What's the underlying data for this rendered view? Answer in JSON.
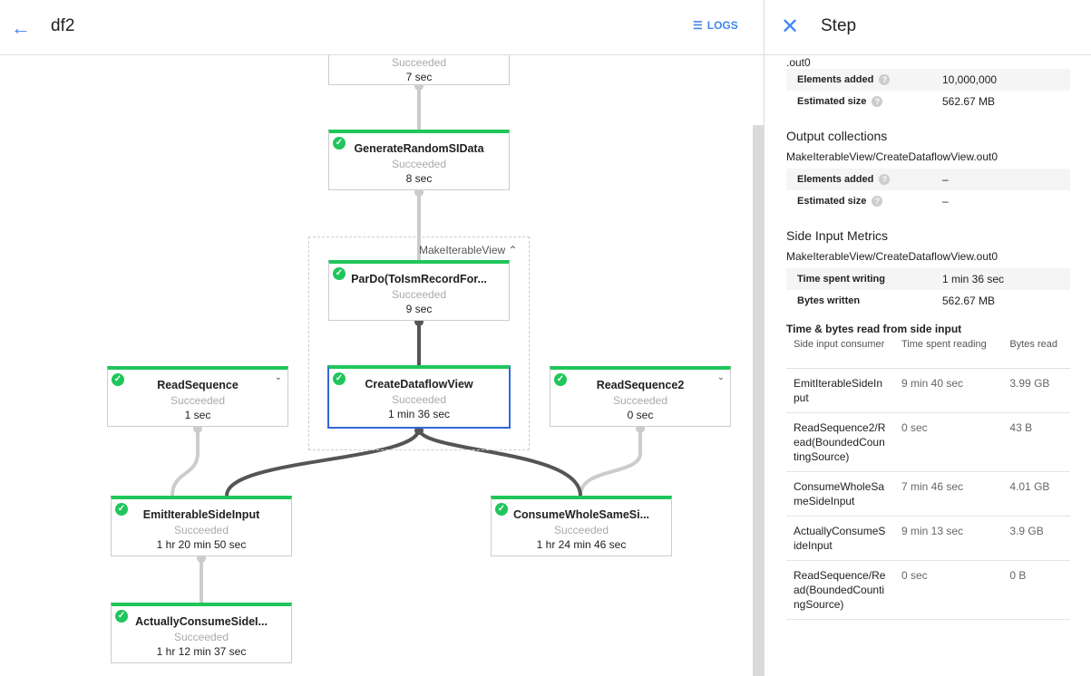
{
  "header": {
    "title": "df2",
    "logs_label": "LOGS"
  },
  "graph": {
    "group_label": "MakeIterableView",
    "nodes": [
      {
        "name": "",
        "status": "Succeeded",
        "time": "7 sec"
      },
      {
        "name": "GenerateRandomSIData",
        "status": "Succeeded",
        "time": "8 sec"
      },
      {
        "name": "ParDo(ToIsmRecordFor...",
        "status": "Succeeded",
        "time": "9 sec"
      },
      {
        "name": "CreateDataflowView",
        "status": "Succeeded",
        "time": "1 min 36 sec"
      },
      {
        "name": "ReadSequence",
        "status": "Succeeded",
        "time": "1 sec"
      },
      {
        "name": "ReadSequence2",
        "status": "Succeeded",
        "time": "0 sec"
      },
      {
        "name": "EmitIterableSideInput",
        "status": "Succeeded",
        "time": "1 hr 20 min 50 sec"
      },
      {
        "name": "ConsumeWholeSameSi...",
        "status": "Succeeded",
        "time": "1 hr 24 min 46 sec"
      },
      {
        "name": "ActuallyConsumeSideI...",
        "status": "Succeeded",
        "time": "1 hr 12 min 37 sec"
      }
    ],
    "colors": {
      "success": "#1fc65b",
      "selected": "#3367d6"
    }
  },
  "panel": {
    "title": "Step",
    "input_tail": ".out0",
    "input_metrics": [
      {
        "k": "Elements added",
        "v": "10,000,000"
      },
      {
        "k": "Estimated size",
        "v": "562.67 MB"
      }
    ],
    "output_heading": "Output collections",
    "output_name": "MakeIterableView/CreateDataflowView.out0",
    "output_metrics": [
      {
        "k": "Elements added",
        "v": "–"
      },
      {
        "k": "Estimated size",
        "v": "–"
      }
    ],
    "side_heading": "Side Input Metrics",
    "side_name": "MakeIterableView/CreateDataflowView.out0",
    "side_metrics": [
      {
        "k": "Time spent writing",
        "v": "1 min 36 sec"
      },
      {
        "k": "Bytes written",
        "v": "562.67 MB"
      }
    ],
    "read_heading": "Time & bytes read from side input",
    "columns": [
      "Side input consumer",
      "Time spent reading",
      "Bytes read"
    ],
    "rows": [
      [
        "EmitIterableSideInput",
        "9 min 40 sec",
        "3.99 GB"
      ],
      [
        "ReadSequence2/Read(BoundedCountingSource)",
        "0 sec",
        "43 B"
      ],
      [
        "ConsumeWholeSameSideInput",
        "7 min 46 sec",
        "4.01 GB"
      ],
      [
        "ActuallyConsumeSideInput",
        "9 min 13 sec",
        "3.9 GB"
      ],
      [
        "ReadSequence/Read(BoundedCountingSource)",
        "0 sec",
        "0 B"
      ]
    ]
  }
}
